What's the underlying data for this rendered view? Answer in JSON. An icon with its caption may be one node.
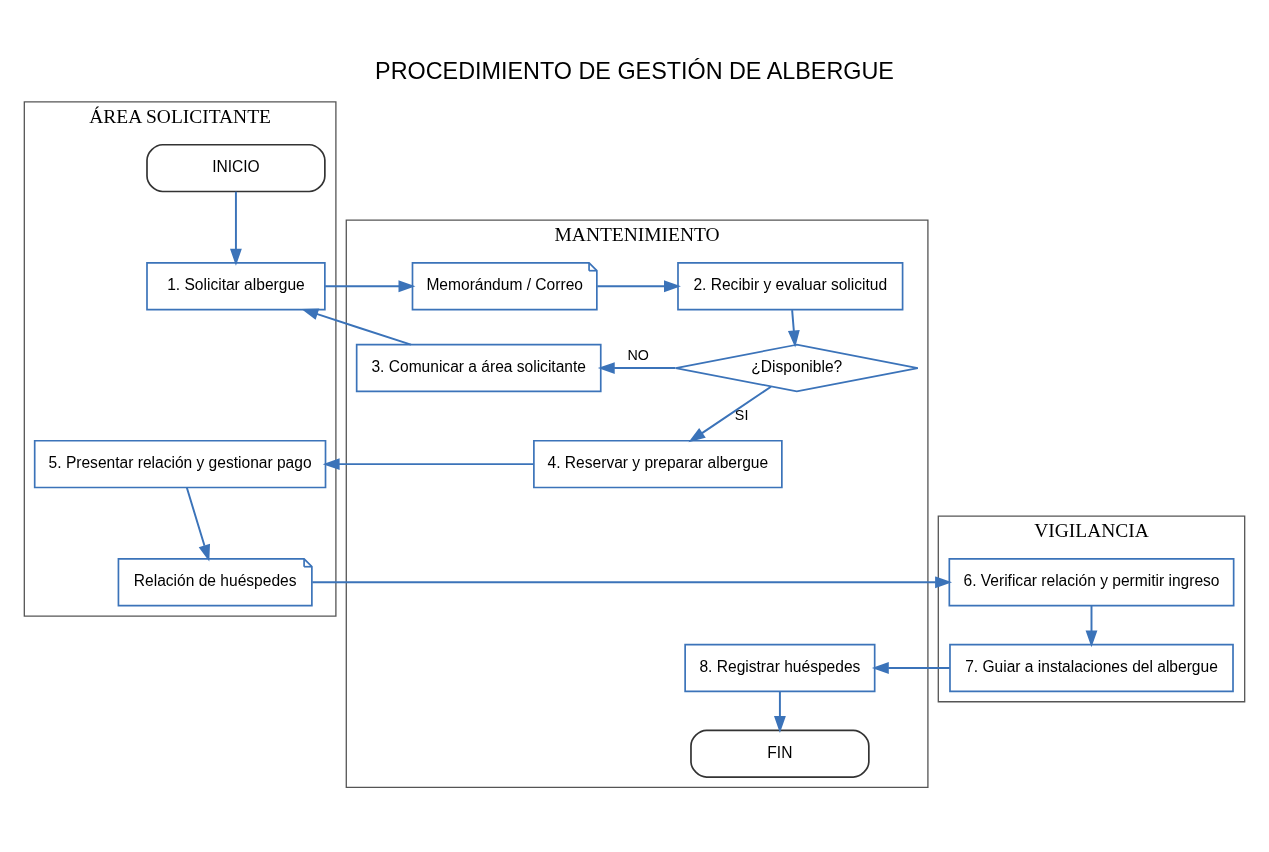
{
  "diagram": {
    "title": "PROCEDIMIENTO DE GESTIÓN DE ALBERGUE",
    "nodes": [
      {
        "text": [
          "ÁREA SOLICITANTE"
        ]
      },
      {
        "text": [
          "MANTENIMIENTO"
        ]
      },
      {
        "text": [
          "VIGILANCIA"
        ]
      },
      {
        "text": [
          "INICIO"
        ],
        "in": 0
      },
      {
        "text": [
          "1. Solicitar albergue"
        ],
        "in": 0
      },
      {
        "text": [
          "Memorándum / Correo"
        ],
        "in": 1
      },
      {
        "text": [
          "2. Recibir y evaluar solicitud"
        ],
        "in": 1
      },
      {
        "text": [
          "¿Disponible?"
        ],
        "in": 1
      },
      {
        "text": [
          "3. Comunicar a área solicitante"
        ],
        "in": 1
      },
      {
        "text": [
          "4. Reservar y preparar albergue"
        ],
        "in": 1
      },
      {
        "text": [
          "5. Presentar relación y gestionar pago"
        ],
        "in": 0
      },
      {
        "text": [
          "Relación de huéspedes"
        ],
        "in": 0
      },
      {
        "text": [
          "6. Verificar relación y permitir ingreso"
        ],
        "in": 2
      },
      {
        "text": [
          "7. Guiar a instalaciones del albergue"
        ],
        "in": 2
      },
      {
        "text": [
          "8. Registrar huéspedes"
        ],
        "in": 1
      },
      {
        "text": [
          "FIN"
        ],
        "in": 1
      }
    ],
    "edges": [
      {
        "from": 3,
        "to": 4,
        "arrow": "to"
      },
      {
        "from": 4,
        "to": 5,
        "arrow": "to"
      },
      {
        "from": 5,
        "to": 6,
        "arrow": "to"
      },
      {
        "from": 6,
        "to": 7,
        "arrow": "to"
      },
      {
        "from": 7,
        "to": 8,
        "arrow": "to",
        "label": "NO"
      },
      {
        "from": 8,
        "to": 4,
        "arrow": "to"
      },
      {
        "from": 7,
        "to": 9,
        "arrow": "to",
        "label": "SI"
      },
      {
        "from": 9,
        "to": 10,
        "arrow": "to"
      },
      {
        "from": 10,
        "to": 11,
        "arrow": "to"
      },
      {
        "from": 11,
        "to": 12,
        "arrow": "to"
      },
      {
        "from": 12,
        "to": 13,
        "arrow": "to"
      },
      {
        "from": 13,
        "to": 14,
        "arrow": "to"
      },
      {
        "from": 14,
        "to": 15,
        "arrow": "to"
      }
    ]
  }
}
